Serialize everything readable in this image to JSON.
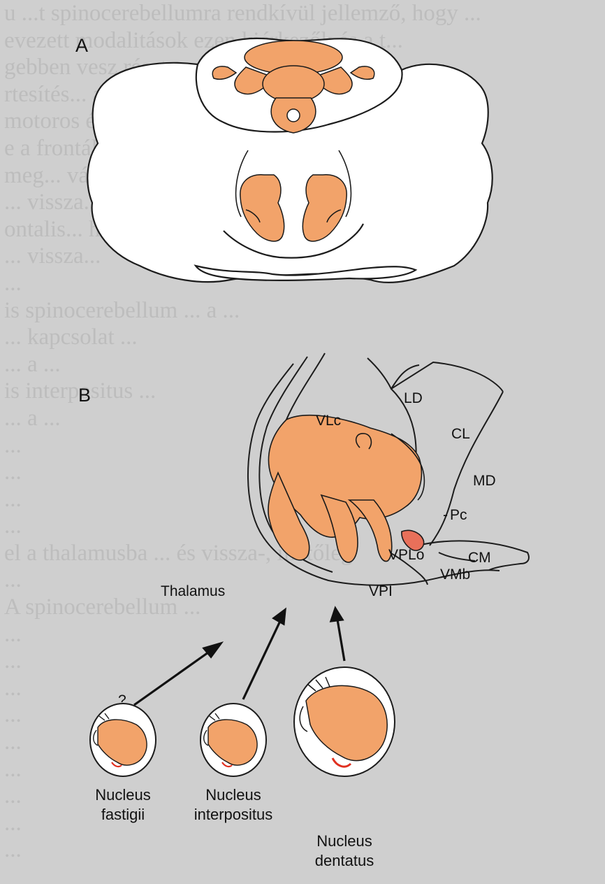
{
  "panels": {
    "a_label": "A",
    "b_label": "B"
  },
  "thalamus_labels": {
    "ld": "LD",
    "vlc": "VLc",
    "cl": "CL",
    "md": "MD",
    "pc": "Pc",
    "vplo": "VPLo",
    "cm": "CM",
    "vpi": "VPI",
    "vmb": "VMb",
    "thalamus": "Thalamus"
  },
  "nuclei": {
    "question_mark": "?",
    "fastigii_line1": "Nucleus",
    "fastigii_line2": "fastigii",
    "interpositus_line1": "Nucleus",
    "interpositus_line2": "interpositus",
    "dentatus_line1": "Nucleus",
    "dentatus_line2": "dentatus"
  },
  "background_text_lines": [
    "u ...t spinocerebellumra rendkívül jellemző, hogy ...",
    "evezett modalitások ezen kiérkezők és a t...",
    "gebben vesz részt. ... Az ab...",
    "rtesítés... az alapjai szöveg...",
    "motoros és hely... tanulási...",
    "e a frontális... a szenzoros...",
    "meg... válasza...",
    "... vissza... kódok...",
    "ontalis... hogy a ...",
    "... vissza...",
    "...",
    "is spinocerebellum ... a ...",
    "... kapcsolat ...",
    "... a ...",
    "is interpositus ...",
    "... a ...",
    "...",
    "...",
    "...",
    "...",
    "el a thalamusba ... és vissza-, illetőleg",
    "...",
    "A spinocerebellum ...",
    "...",
    "...",
    "...",
    "...",
    "...",
    "...",
    "...",
    "...",
    "..."
  ]
}
